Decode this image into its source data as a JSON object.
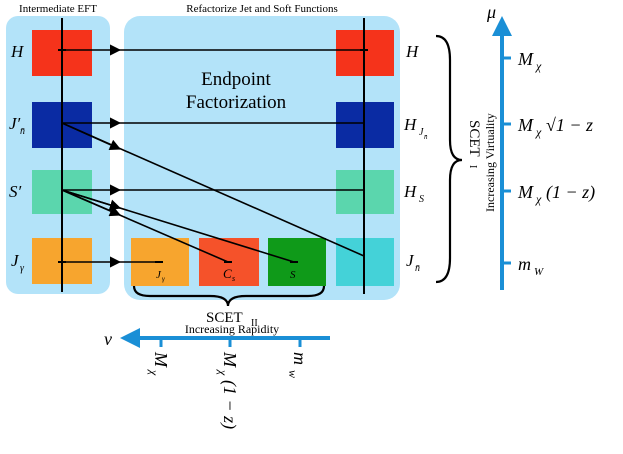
{
  "panels": {
    "left_title": "Intermediate EFT",
    "middle_title": "Refactorize Jet and Soft Functions",
    "center_label_line1": "Endpoint",
    "center_label_line2": "Factorization"
  },
  "left_labels": [
    "H",
    "J′",
    "n̄",
    "S′",
    "J",
    "γ"
  ],
  "right_labels": [
    "H",
    "H",
    "J",
    "n̄",
    "H",
    "S",
    "J",
    "n̄"
  ],
  "bottom_boxes": [
    "J",
    "γ",
    "C",
    "s",
    "S"
  ],
  "scet": {
    "scet1": "SCET",
    "scet1_sub": "I",
    "scet2": "SCET",
    "scet2_sub": "II"
  },
  "mu_axis": {
    "symbol": "μ",
    "label": "Increasing Virtuality",
    "ticks": [
      "M",
      "χ",
      "M",
      "χ",
      "√1 − z",
      "M",
      "χ",
      "(1 − z)",
      "m",
      "W"
    ]
  },
  "nu_axis": {
    "symbol": "ν",
    "label": "Increasing Rapidity",
    "ticks": [
      "M",
      "χ",
      "M",
      "χ",
      "(1 − z)",
      "m",
      "w"
    ]
  },
  "colors": {
    "panel": "#b3e3f9",
    "axis": "#1a8fd6",
    "H": "#f5331b",
    "J": "#0a2ba3",
    "S": "#5bd6ad",
    "Jgamma": "#f7a52e",
    "Cs": "#f5522a",
    "Ssmall": "#0f9a19",
    "Jnbar_right": "#44d2d8"
  }
}
